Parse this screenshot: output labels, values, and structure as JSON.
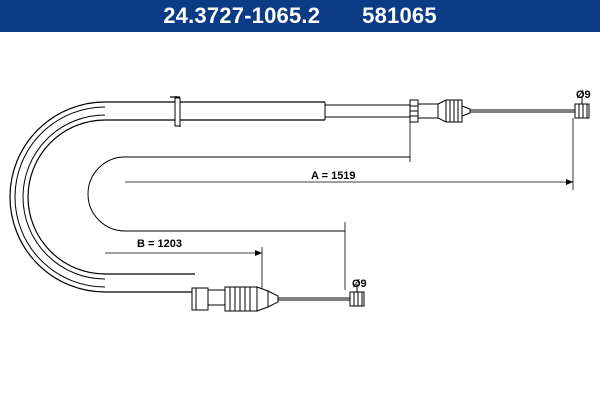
{
  "header": {
    "part_number": "24.3727-1065.2",
    "code": "581065"
  },
  "dimensions": {
    "a_label": "A = 1519",
    "b_label": "B = 1203",
    "diameter_top": "Ø9",
    "diameter_bottom": "Ø9"
  },
  "colors": {
    "header_bg": "#0c3b86",
    "header_text": "#ffffff",
    "line": "#000000"
  }
}
